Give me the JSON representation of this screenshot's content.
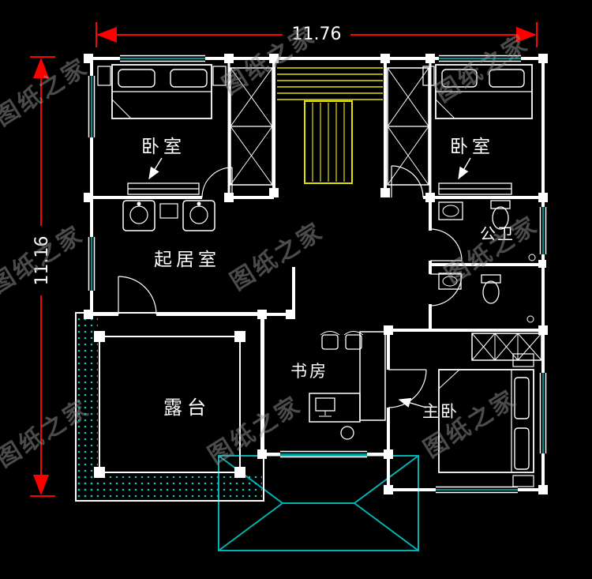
{
  "drawing": {
    "type": "architectural-floor-plan",
    "dimensions": {
      "width": "11.76",
      "height": "11.16"
    },
    "rooms": {
      "bedroom_left": "卧室",
      "bedroom_right": "卧室",
      "living": "起居室",
      "bath_public": "公卫",
      "study": "书房",
      "terrace": "露台",
      "master": "主卧"
    },
    "watermark": "图纸之家",
    "colors": {
      "background": "#000000",
      "walls": "#ffffff",
      "dimension_lines": "#ff0000",
      "stairs": "#e0e000",
      "glass_and_roof": "#00bcbc",
      "watermark": "#969696"
    }
  }
}
